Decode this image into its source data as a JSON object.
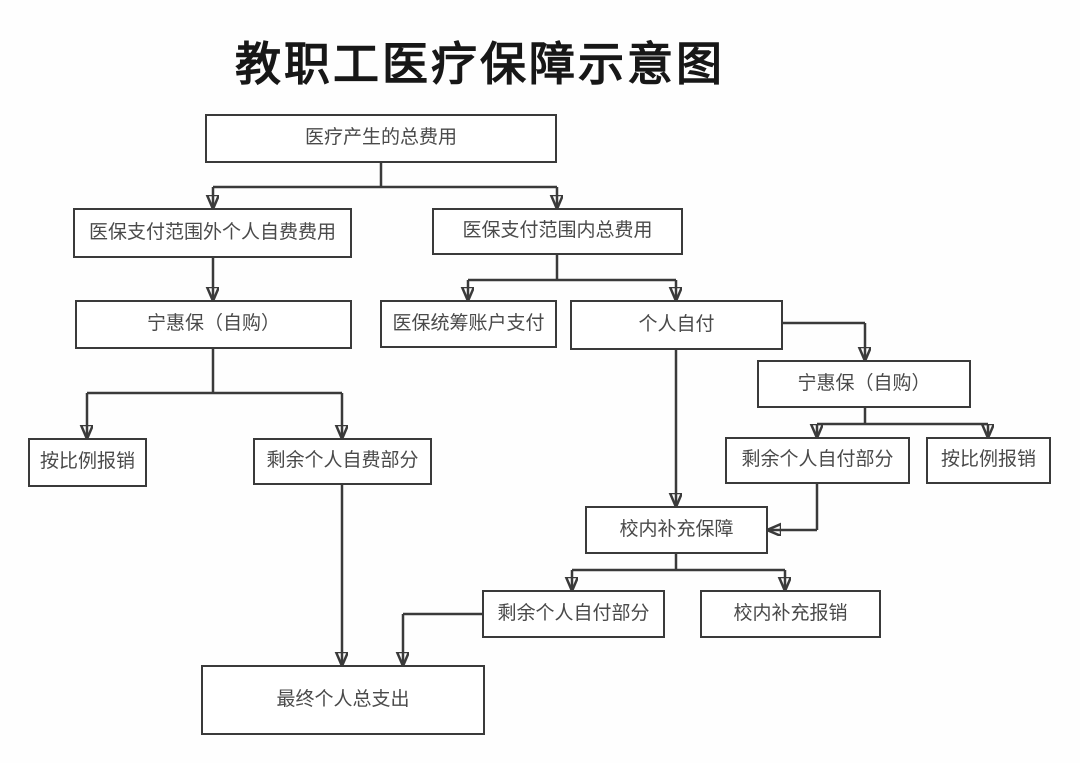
{
  "title": "教职工医疗保障示意图",
  "nodes": {
    "total_cost": {
      "label": "医疗产生的总费用"
    },
    "outside_scope": {
      "label": "医保支付范围外个人自费费用"
    },
    "inside_scope": {
      "label": "医保支付范围内总费用"
    },
    "ninghuibao_left": {
      "label": "宁惠保（自购）"
    },
    "pooled_account": {
      "label": "医保统筹账户支付"
    },
    "self_pay": {
      "label": "个人自付"
    },
    "ninghuibao_right": {
      "label": "宁惠保（自购）"
    },
    "prop_reimb_left": {
      "label": "按比例报销"
    },
    "remaining_self_fund": {
      "label": "剩余个人自费部分"
    },
    "remaining_self_pay_right": {
      "label": "剩余个人自付部分"
    },
    "prop_reimb_right": {
      "label": "按比例报销"
    },
    "school_supplement": {
      "label": "校内补充保障"
    },
    "remaining_self_pay_bottom": {
      "label": "剩余个人自付部分"
    },
    "school_reimb": {
      "label": "校内补充报销"
    },
    "final_total": {
      "label": "最终个人总支出"
    }
  },
  "edges": [
    {
      "from": "total_cost",
      "to": "outside_scope"
    },
    {
      "from": "total_cost",
      "to": "inside_scope"
    },
    {
      "from": "outside_scope",
      "to": "ninghuibao_left"
    },
    {
      "from": "inside_scope",
      "to": "pooled_account"
    },
    {
      "from": "inside_scope",
      "to": "self_pay"
    },
    {
      "from": "self_pay",
      "to": "ninghuibao_right"
    },
    {
      "from": "self_pay",
      "to": "school_supplement"
    },
    {
      "from": "ninghuibao_left",
      "to": "prop_reimb_left"
    },
    {
      "from": "ninghuibao_left",
      "to": "remaining_self_fund"
    },
    {
      "from": "ninghuibao_right",
      "to": "remaining_self_pay_right"
    },
    {
      "from": "ninghuibao_right",
      "to": "prop_reimb_right"
    },
    {
      "from": "remaining_self_pay_right",
      "to": "school_supplement"
    },
    {
      "from": "school_supplement",
      "to": "remaining_self_pay_bottom"
    },
    {
      "from": "school_supplement",
      "to": "school_reimb"
    },
    {
      "from": "remaining_self_fund",
      "to": "final_total"
    },
    {
      "from": "remaining_self_pay_bottom",
      "to": "final_total"
    }
  ],
  "colors": {
    "background": "#ffffff",
    "line": "#3a3a3a",
    "box_border": "#3a3a3a",
    "box_bg": "#ffffff",
    "box_text": "#4a4a4a",
    "title_text": "#171717"
  }
}
